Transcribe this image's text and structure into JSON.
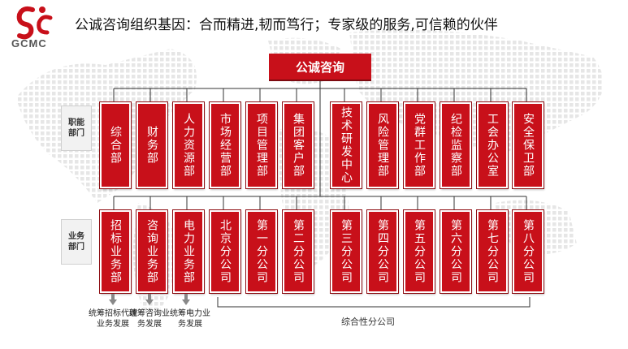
{
  "logo_text": "GCMC",
  "headline": "公诚咨询组织基因：合而精进,韧而笃行；专家级的服务,可信赖的伙伴",
  "root": "公诚咨询",
  "functional_label": "职能\n部门",
  "business_label": "业务\n部门",
  "functional_departments": [
    "综合部",
    "财务部",
    "人力资源部",
    "市场经营部",
    "项目管理部",
    "集团客户部",
    "技术研发中心",
    "风险管理部",
    "党群工作部",
    "纪检监察部",
    "工会办公室",
    "安全保卫部"
  ],
  "business_departments": [
    "招标业务部",
    "咨询业务部",
    "电力业务部",
    "北京分公司",
    "第一分公司",
    "第二分公司",
    "第三分公司",
    "第四分公司",
    "第五分公司",
    "第六分公司",
    "第七分公司",
    "第八分公司"
  ],
  "notes": [
    "统筹招标代理业务发展",
    "统筹咨询业务发展",
    "统筹电力业务发展"
  ],
  "branch_group_label": "综合性分公司",
  "colors": {
    "accent_red": "#c8101a",
    "map_dots": "#e4e4e4"
  }
}
